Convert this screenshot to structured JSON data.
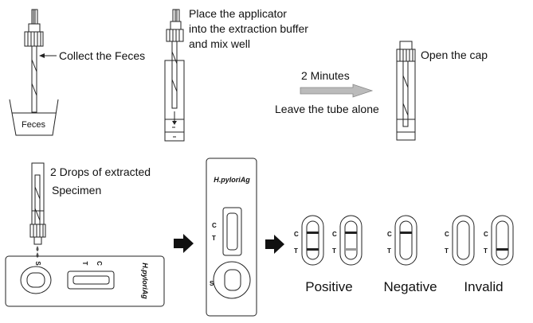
{
  "step1": {
    "label": "Collect the Feces",
    "cup_label": "Feces"
  },
  "step2": {
    "lines": [
      "Place the applicator",
      "into the extraction buffer",
      "and mix well"
    ]
  },
  "wait": {
    "time": "2 Minutes",
    "instruction": "Leave the tube alone"
  },
  "step3": {
    "label": "Open the cap"
  },
  "step4": {
    "lines": [
      "2 Drops of extracted",
      "Specimen"
    ]
  },
  "cassette": {
    "brand": "H.pyloriAg",
    "sample_label": "S",
    "test_label": "T",
    "control_label": "C"
  },
  "results": {
    "positive": "Positive",
    "negative": "Negative",
    "invalid": "Invalid",
    "c": "C",
    "t": "T"
  },
  "colors": {
    "line": "#222222",
    "faint_line": "#999999",
    "arrow_gray": "#bbbbbb"
  }
}
